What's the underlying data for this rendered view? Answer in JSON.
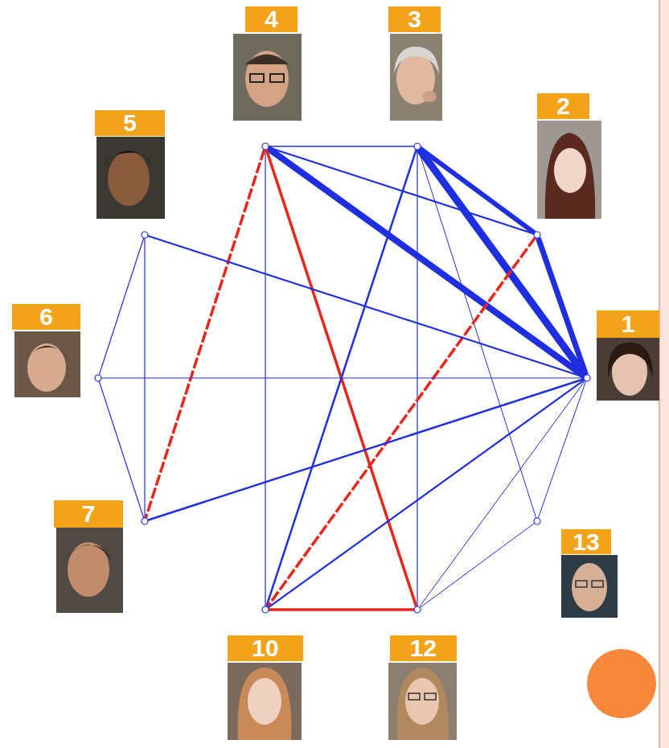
{
  "diagram": {
    "nodes": [
      {
        "text": [
          "4"
        ]
      },
      {
        "text": [
          "3"
        ]
      },
      {
        "text": [
          "2"
        ]
      },
      {
        "text": [
          "5"
        ]
      },
      {
        "text": [
          "6"
        ]
      },
      {
        "text": [
          "1"
        ]
      },
      {
        "text": [
          "7"
        ]
      },
      {
        "text": [
          "13"
        ]
      },
      {
        "text": [
          "10"
        ]
      },
      {
        "text": [
          "12"
        ]
      }
    ],
    "edges": [
      {
        "from": 0,
        "to": 1,
        "arrow": "none"
      },
      {
        "from": 0,
        "to": 2,
        "arrow": "none"
      },
      {
        "from": 0,
        "to": 5,
        "arrow": "none"
      },
      {
        "from": 0,
        "to": 8,
        "arrow": "none"
      },
      {
        "from": 0,
        "to": 6,
        "arrow": "none"
      },
      {
        "from": 0,
        "to": 9,
        "arrow": "none"
      },
      {
        "from": 1,
        "to": 2,
        "arrow": "none"
      },
      {
        "from": 1,
        "to": 5,
        "arrow": "none"
      },
      {
        "from": 1,
        "to": 8,
        "arrow": "none"
      },
      {
        "from": 1,
        "to": 9,
        "arrow": "none"
      },
      {
        "from": 1,
        "to": 7,
        "arrow": "none"
      },
      {
        "from": 2,
        "to": 5,
        "arrow": "none"
      },
      {
        "from": 2,
        "to": 8,
        "arrow": "none"
      },
      {
        "from": 3,
        "to": 5,
        "arrow": "none"
      },
      {
        "from": 3,
        "to": 4,
        "arrow": "none"
      },
      {
        "from": 3,
        "to": 6,
        "arrow": "none"
      },
      {
        "from": 4,
        "to": 5,
        "arrow": "none"
      },
      {
        "from": 4,
        "to": 6,
        "arrow": "none"
      },
      {
        "from": 6,
        "to": 5,
        "arrow": "none"
      },
      {
        "from": 5,
        "to": 8,
        "arrow": "none"
      },
      {
        "from": 5,
        "to": 7,
        "arrow": "none"
      },
      {
        "from": 5,
        "to": 9,
        "arrow": "none"
      },
      {
        "from": 7,
        "to": 9,
        "arrow": "none"
      },
      {
        "from": 8,
        "to": 9,
        "arrow": "none"
      }
    ]
  }
}
